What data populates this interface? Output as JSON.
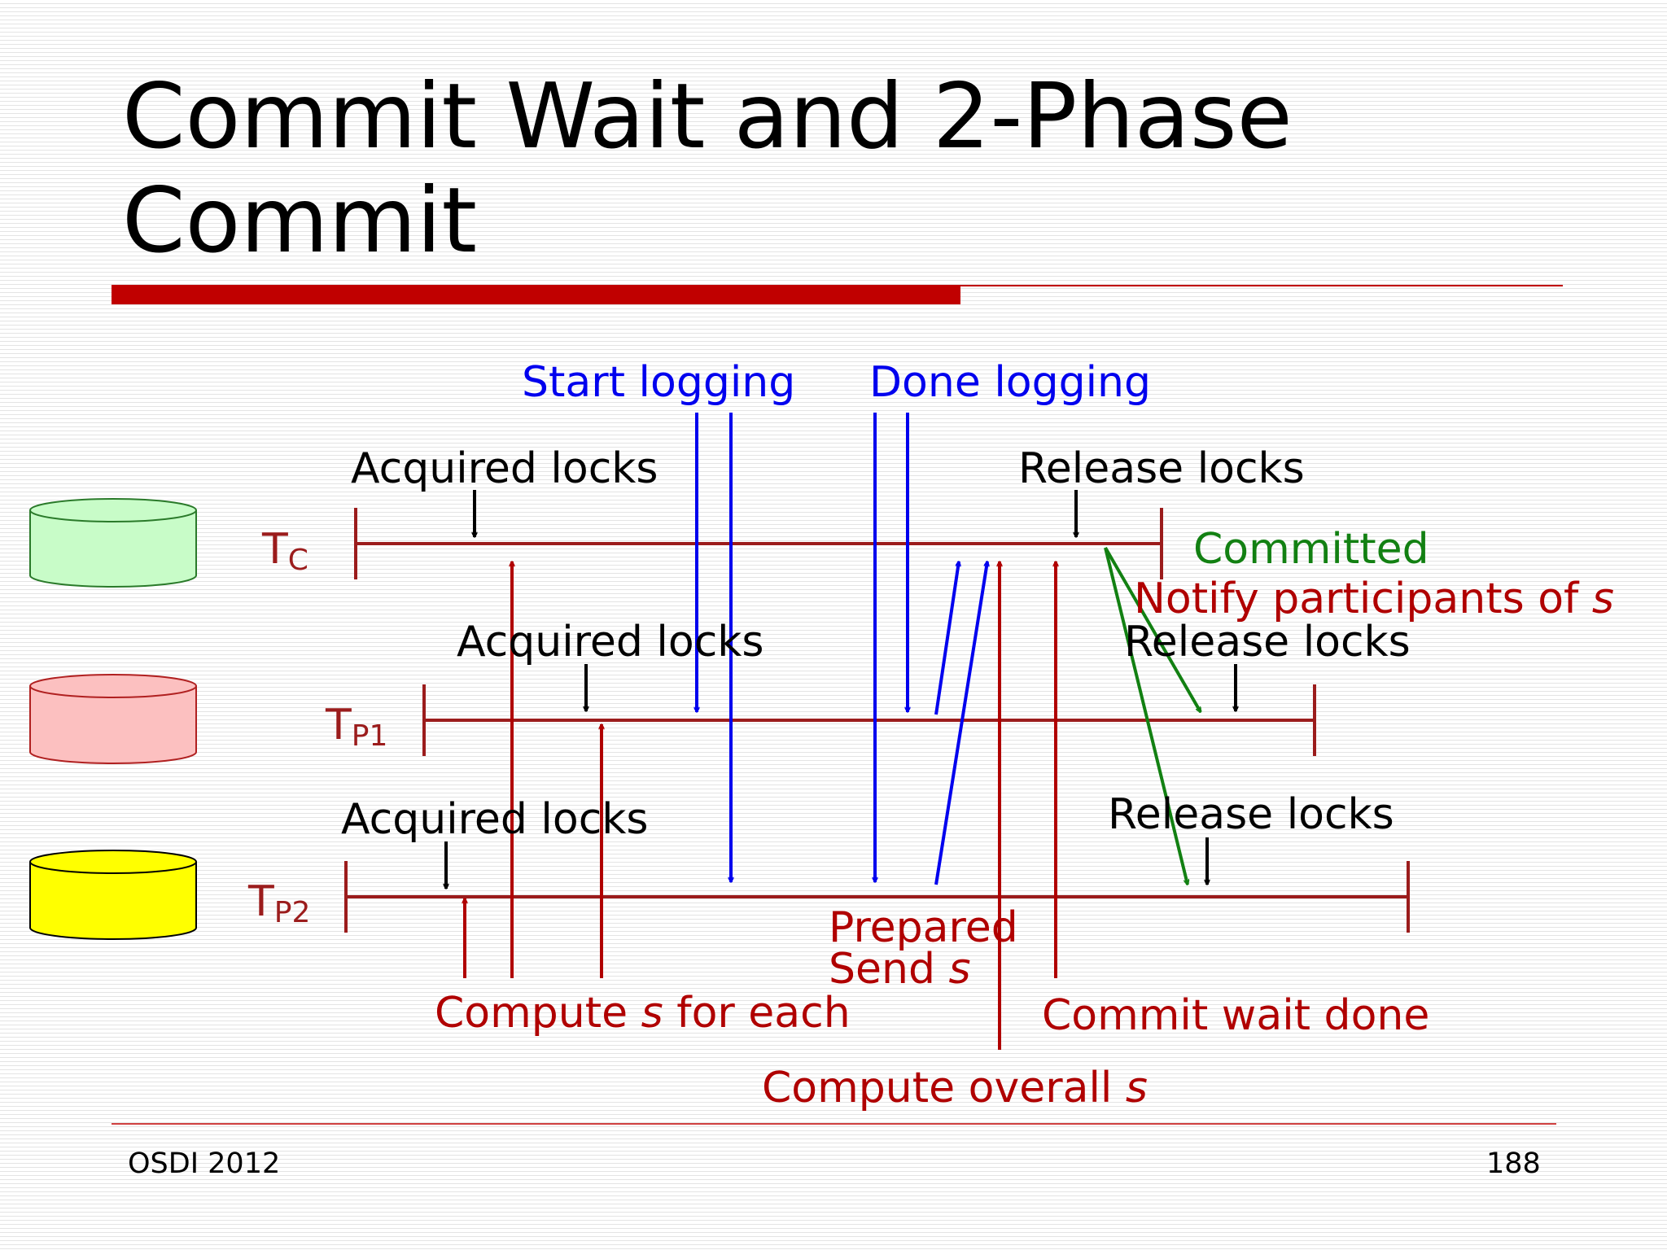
{
  "title": "Commit Wait and 2-Phase Commit",
  "footer": {
    "venue": "OSDI 2012",
    "page_number": "188"
  },
  "colors": {
    "accent_red": "#c00000",
    "timeline": "#9b1c1c",
    "blue": "#0000ee",
    "green": "#128012"
  },
  "timelines": [
    {
      "id": "tc",
      "name": "T",
      "subscript": "C"
    },
    {
      "id": "tp1",
      "name": "T",
      "subscript": "P1"
    },
    {
      "id": "tp2",
      "name": "T",
      "subscript": "P2"
    }
  ],
  "labels": {
    "start_logging": "Start logging",
    "done_logging": "Done logging",
    "tc_acquired": "Acquired locks",
    "tc_release": "Release locks",
    "committed": "Committed",
    "notify_prefix": "Notify participants of ",
    "notify_var": "s",
    "tp1_acquired": "Acquired locks",
    "tp1_release": "Release locks",
    "tp2_acquired": "Acquired locks",
    "tp2_release": "Release locks",
    "prepared": "Prepared",
    "send_prefix": "Send ",
    "send_var": "s",
    "compute_prefix": "Compute ",
    "compute_var": "s",
    "compute_suffix": " for each",
    "commit_wait_done": "Commit wait done",
    "overall_prefix": "Compute overall ",
    "overall_var": "s"
  },
  "databases": [
    {
      "participant": "tc",
      "color": "#c8fcc8",
      "stroke": "#2a7a2a"
    },
    {
      "participant": "tp1",
      "color": "#fcc0c0",
      "stroke": "#b02020"
    },
    {
      "participant": "tp2",
      "color": "#ffff00",
      "stroke": "#000000"
    }
  ]
}
